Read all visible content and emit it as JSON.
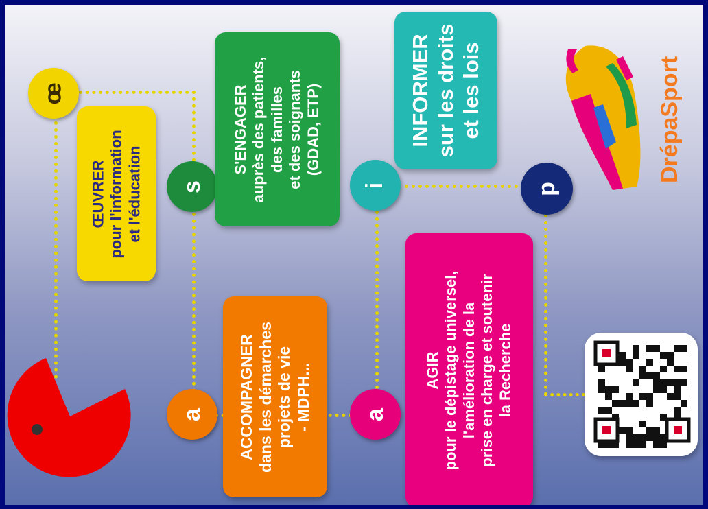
{
  "circles": {
    "oe": {
      "glyph": "œ",
      "color": "#f2d400",
      "text_color": "#3a2a00"
    },
    "s": {
      "glyph": "s",
      "color": "#1d8b3b"
    },
    "a1": {
      "glyph": "a",
      "color": "#f07800"
    },
    "a2": {
      "glyph": "a",
      "color": "#e6007a"
    },
    "i": {
      "glyph": "i",
      "color": "#22b3b0"
    },
    "p": {
      "glyph": "p",
      "color": "#142a78"
    }
  },
  "boxes": {
    "oeuvrer": {
      "line1": "ŒUVRER",
      "line2": "pour l'information",
      "line3": "et l'éducation",
      "color": "#f7d900",
      "text_color": "#2a2a80"
    },
    "engager": {
      "line1": "S'ENGAGER",
      "line2": "auprès des patients,",
      "line3": "des familles",
      "line4": "et des soignants",
      "line5": "(GDAD, ETP)",
      "color": "#22a046"
    },
    "informer": {
      "line1": "INFORMER",
      "line2": "sur les droits",
      "line3": "et les lois",
      "color": "#25b9b4"
    },
    "accompagner": {
      "line1": "ACCOMPAGNER",
      "line2": "dans les démarches",
      "line3": "projets de vie",
      "line4": "- MDPH...",
      "color": "#f27a00"
    },
    "agir": {
      "line1": "AGIR",
      "line2": "pour le dépistage universel,",
      "line3": "l'amélioration de la",
      "line4": "prise en charge et soutenir",
      "line5": "la Recherche",
      "color": "#e8007e"
    }
  },
  "logo": {
    "text": "DrépaSport",
    "color": "#f47a20"
  },
  "colors": {
    "dots": "#e6d400",
    "pacman": "#ee0000",
    "frame": "#00087a"
  }
}
